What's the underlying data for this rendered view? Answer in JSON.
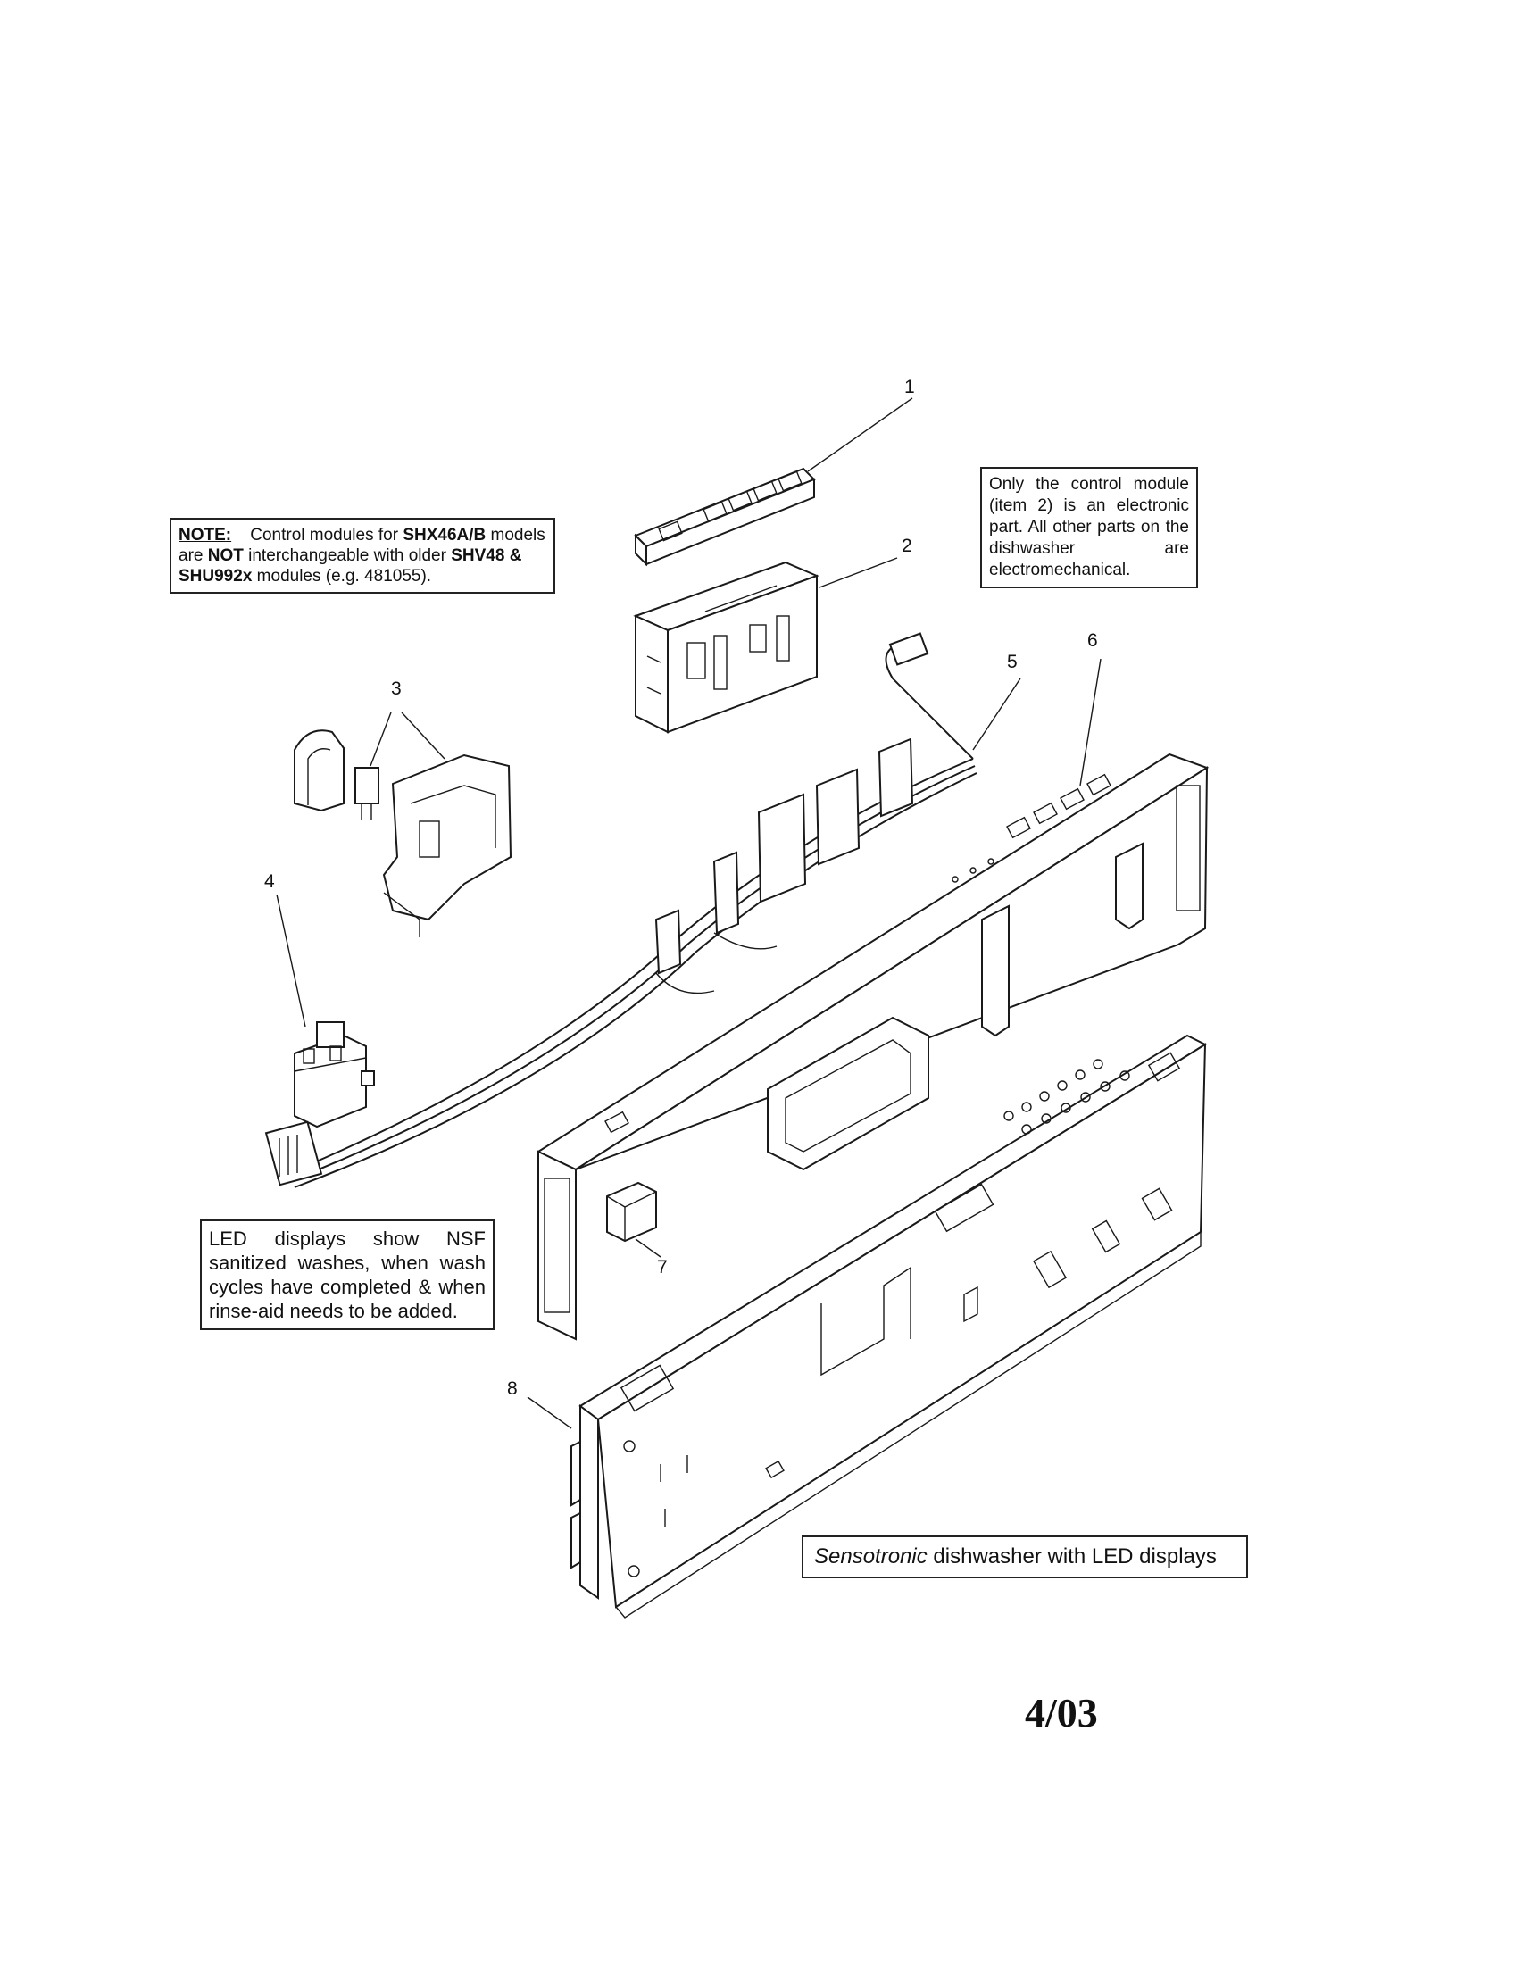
{
  "notes": {
    "left": {
      "label": "NOTE:",
      "t1": "Control modules for",
      "model_a": "SHX46A/B",
      "t2": "models are",
      "not": "NOT",
      "t3": "interchangeable with older",
      "model_b": "SHV48 & SHU992x",
      "t4": "modules (e.g. 481055)."
    },
    "right": "Only the control module (item 2) is an electronic part. All other parts on the dishwasher are electromechanical.",
    "led": "LED displays show NSF sanitized washes, when wash cycles have completed & when rinse-aid needs to be added."
  },
  "caption": {
    "brand": "Sensotronic",
    "rest": " dishwasher with LED displays"
  },
  "callouts": [
    "1",
    "2",
    "3",
    "4",
    "5",
    "6",
    "7",
    "8"
  ],
  "date": "4/03"
}
